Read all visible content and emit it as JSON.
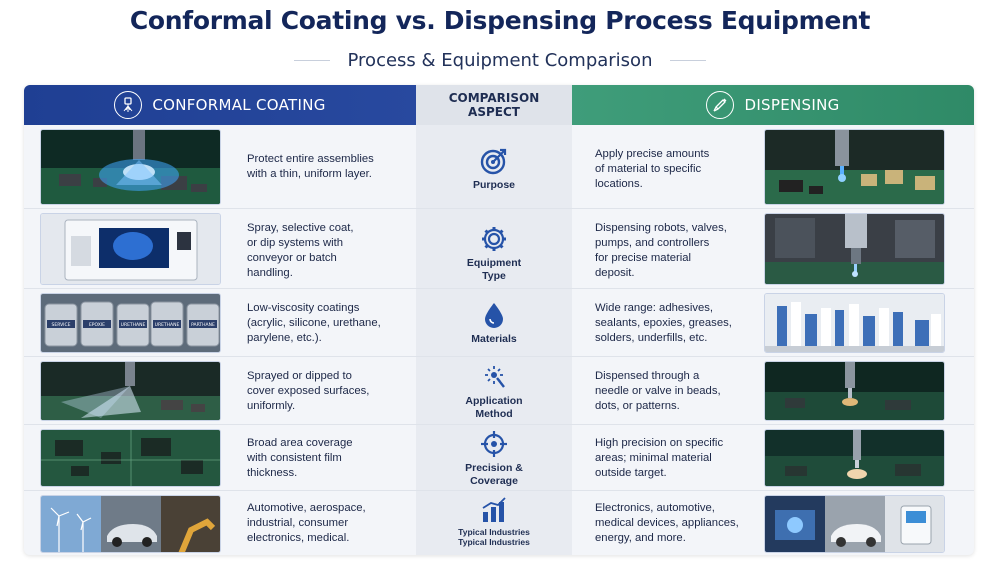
{
  "title": "Conformal Coating vs. Dispensing Process Equipment",
  "subtitle": "Process & Equipment Comparison",
  "header": {
    "left_label": "CONFORMAL COATING",
    "left_icon": "spray-nozzle-icon",
    "middle_label_line1": "COMPARISON",
    "middle_label_line2": "ASPECT",
    "right_label": "DISPENSING",
    "right_icon": "syringe-icon"
  },
  "colors": {
    "coating_header": "#28499f",
    "dispensing_header": "#2f8a67",
    "icon_blue": "#2653a8",
    "title": "#13265a"
  },
  "rows": [
    {
      "aspect": "Purpose",
      "aspect_icon": "target-icon",
      "coating_line1": "Protect entire assemblies",
      "coating_line2": "with a thin, uniform layer.",
      "dispensing_line1": "Apply precise amounts",
      "dispensing_line2": "of material to specific",
      "dispensing_line3": "locations."
    },
    {
      "aspect_line1": "Equipment",
      "aspect_line2": "Type",
      "aspect_icon": "gear-icon",
      "coating_line1": "Spray, selective coat,",
      "coating_line2": "or dip systems with",
      "coating_line3": "conveyor or batch",
      "coating_line4": "handling.",
      "dispensing_line1": "Dispensing robots, valves,",
      "dispensing_line2": "pumps, and controllers",
      "dispensing_line3": "for precise material",
      "dispensing_line4": "deposit."
    },
    {
      "aspect": "Materials",
      "aspect_icon": "droplet-icon",
      "coating_line1": "Low-viscosity coatings",
      "coating_line2": "(acrylic, silicone, urethane,",
      "coating_line3": "parylene, etc.).",
      "dispensing_line1": "Wide range: adhesives,",
      "dispensing_line2": "sealants, epoxies, greases,",
      "dispensing_line3": "solders, underfills, etc.",
      "can_labels": [
        "SERVICE",
        "EPOXIE",
        "URETHANE",
        "URETHANE",
        "PARTHANE"
      ]
    },
    {
      "aspect_line1": "Application",
      "aspect_line2": "Method",
      "aspect_icon": "spray-icon",
      "coating_line1": "Sprayed or dipped to",
      "coating_line2": "cover exposed surfaces,",
      "coating_line3": "uniformly.",
      "dispensing_line1": "Dispensed through a",
      "dispensing_line2": "needle or valve in beads,",
      "dispensing_line3": "dots, or patterns."
    },
    {
      "aspect_line1": "Precision &",
      "aspect_line2": "Coverage",
      "aspect_icon": "crosshair-icon",
      "coating_line1": "Broad area coverage",
      "coating_line2": "with consistent film",
      "coating_line3": "thickness.",
      "dispensing_line1": "High precision on specific",
      "dispensing_line2": "areas; minimal material",
      "dispensing_line3": "outside target."
    },
    {
      "aspect_line1": "Typical Industries",
      "aspect_line2": "Typical Industries",
      "aspect_icon": "bar-chart-icon",
      "coating_line1": "Automotive, aerospace,",
      "coating_line2": "industrial, consumer",
      "coating_line3": "electronics, medical.",
      "dispensing_line1": "Electronics, automotive,",
      "dispensing_line2": "medical devices, appliances,",
      "dispensing_line3": "energy, and more."
    }
  ]
}
